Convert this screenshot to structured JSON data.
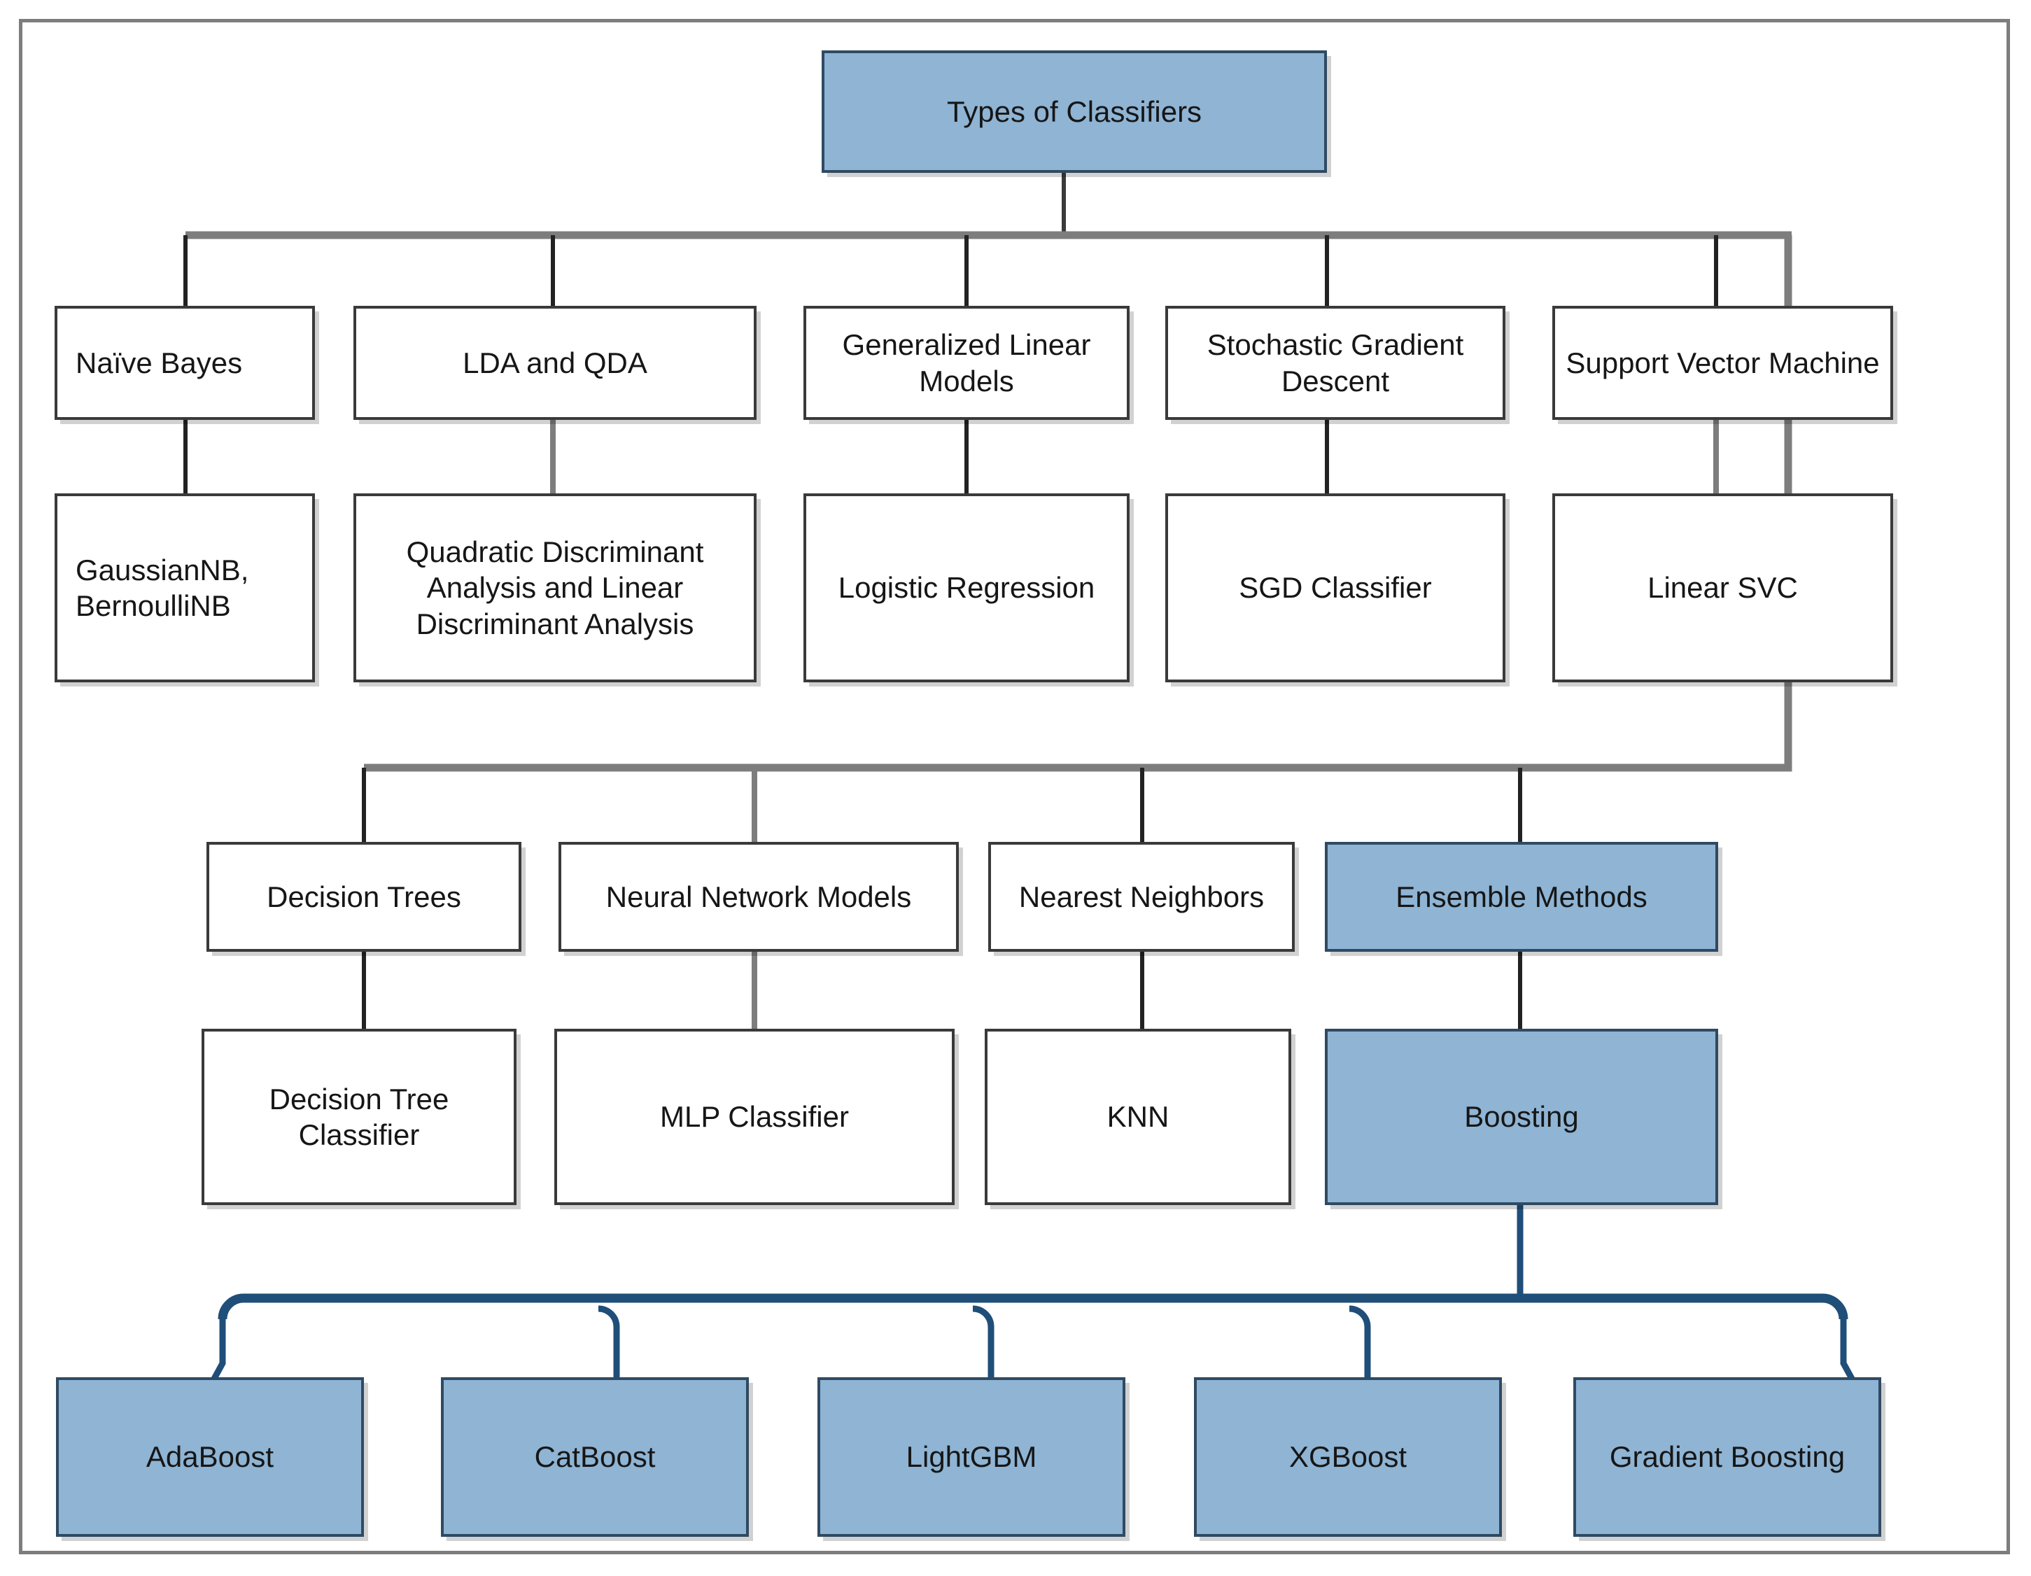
{
  "diagram": {
    "title": "Types of Classifiers",
    "colors": {
      "accent_blue": "#8FB4D4",
      "blue_border": "#2F4A63",
      "box_border": "#3A3A3A",
      "gray_connector": "#7D7D7D",
      "blue_connector": "#1F4E79",
      "frame": "#7D7D7D"
    },
    "root": {
      "label": "Types of Classifiers"
    },
    "groups": [
      {
        "name": "naive-bayes",
        "category": {
          "label": "Naïve Bayes"
        },
        "detail": {
          "label": "GaussianNB, BernoulliNB"
        }
      },
      {
        "name": "lda-qda",
        "category": {
          "label": "LDA and QDA"
        },
        "detail": {
          "label": "Quadratic Discriminant Analysis and Linear Discriminant Analysis"
        }
      },
      {
        "name": "generalized-linear-models",
        "category": {
          "label": "Generalized Linear Models"
        },
        "detail": {
          "label": "Logistic Regression"
        }
      },
      {
        "name": "stochastic-gradient-descent",
        "category": {
          "label": "Stochastic Gradient Descent"
        },
        "detail": {
          "label": "SGD Classifier"
        }
      },
      {
        "name": "support-vector-machine",
        "category": {
          "label": "Support Vector Machine"
        },
        "detail": {
          "label": "Linear SVC"
        }
      },
      {
        "name": "decision-trees",
        "category": {
          "label": "Decision Trees"
        },
        "detail": {
          "label": "Decision Tree Classifier"
        }
      },
      {
        "name": "neural-network-models",
        "category": {
          "label": "Neural Network Models"
        },
        "detail": {
          "label": "MLP Classifier"
        }
      },
      {
        "name": "nearest-neighbors",
        "category": {
          "label": "Nearest Neighbors"
        },
        "detail": {
          "label": "KNN"
        }
      },
      {
        "name": "ensemble-methods",
        "category": {
          "label": "Ensemble Methods"
        },
        "detail": {
          "label": "Boosting"
        }
      }
    ],
    "boosting_children": [
      {
        "label": "AdaBoost"
      },
      {
        "label": "CatBoost"
      },
      {
        "label": "LightGBM"
      },
      {
        "label": "XGBoost"
      },
      {
        "label": "Gradient Boosting"
      }
    ]
  }
}
